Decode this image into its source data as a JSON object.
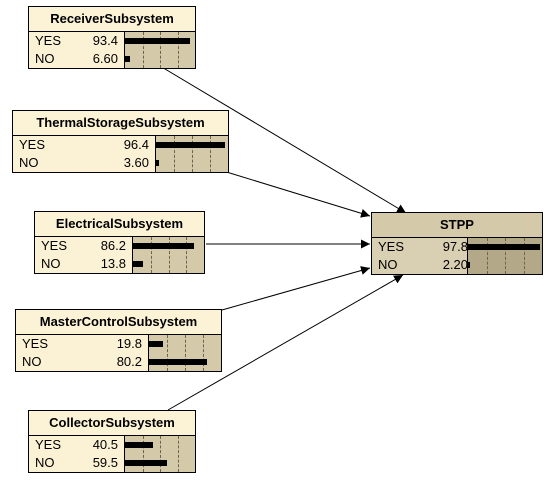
{
  "nodes": [
    {
      "id": "receiver",
      "title": "ReceiverSubsystem",
      "states": [
        {
          "name": "YES",
          "value": "93.4",
          "prob": 93.4
        },
        {
          "name": "NO",
          "value": "6.60",
          "prob": 6.6
        }
      ]
    },
    {
      "id": "thermal",
      "title": "ThermalStorageSubsystem",
      "states": [
        {
          "name": "YES",
          "value": "96.4",
          "prob": 96.4
        },
        {
          "name": "NO",
          "value": "3.60",
          "prob": 3.6
        }
      ]
    },
    {
      "id": "electrical",
      "title": "ElectricalSubsystem",
      "states": [
        {
          "name": "YES",
          "value": "86.2",
          "prob": 86.2
        },
        {
          "name": "NO",
          "value": "13.8",
          "prob": 13.8
        }
      ]
    },
    {
      "id": "mastercontrol",
      "title": "MasterControlSubsystem",
      "states": [
        {
          "name": "YES",
          "value": "19.8",
          "prob": 19.8
        },
        {
          "name": "NO",
          "value": "80.2",
          "prob": 80.2
        }
      ]
    },
    {
      "id": "collector",
      "title": "CollectorSubsystem",
      "states": [
        {
          "name": "YES",
          "value": "40.5",
          "prob": 40.5
        },
        {
          "name": "NO",
          "value": "59.5",
          "prob": 59.5
        }
      ]
    },
    {
      "id": "stpp",
      "title": "STPP",
      "states": [
        {
          "name": "YES",
          "value": "97.8",
          "prob": 97.8
        },
        {
          "name": "NO",
          "value": "2.20",
          "prob": 2.2
        }
      ]
    }
  ],
  "edges": [
    {
      "from": "receiver",
      "to": "stpp"
    },
    {
      "from": "thermal",
      "to": "stpp"
    },
    {
      "from": "electrical",
      "to": "stpp"
    },
    {
      "from": "mastercontrol",
      "to": "stpp"
    },
    {
      "from": "collector",
      "to": "stpp"
    }
  ]
}
